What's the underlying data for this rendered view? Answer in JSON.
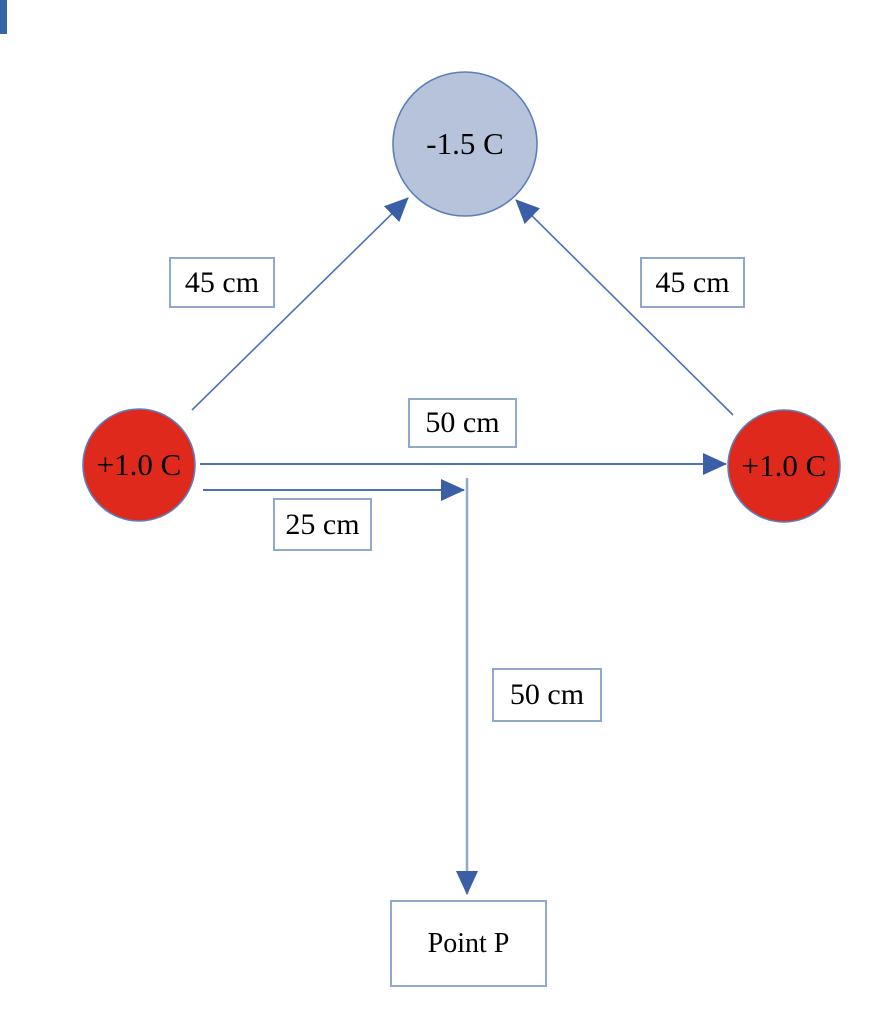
{
  "diagram": {
    "charges": {
      "top": {
        "label": "-1.5 C",
        "fill": "#b6c3da"
      },
      "left": {
        "label": "+1.0 C",
        "fill": "#e0291d"
      },
      "right": {
        "label": "+1.0 C",
        "fill": "#e0291d"
      }
    },
    "labels": {
      "left_diagonal_distance": "45 cm",
      "right_diagonal_distance": "45 cm",
      "full_horizontal_distance": "50 cm",
      "half_horizontal_distance": "25 cm",
      "vertical_distance": "50 cm",
      "point": "Point P"
    },
    "colors": {
      "arrow_line": "#4a72b8",
      "arrow_head": "#3b5fa6",
      "vertical_guide_line": "#8faacd",
      "box_border": "#8fa9cc",
      "circle_stroke": "#5b7fbd",
      "edge_bar": "#3465a4"
    }
  }
}
